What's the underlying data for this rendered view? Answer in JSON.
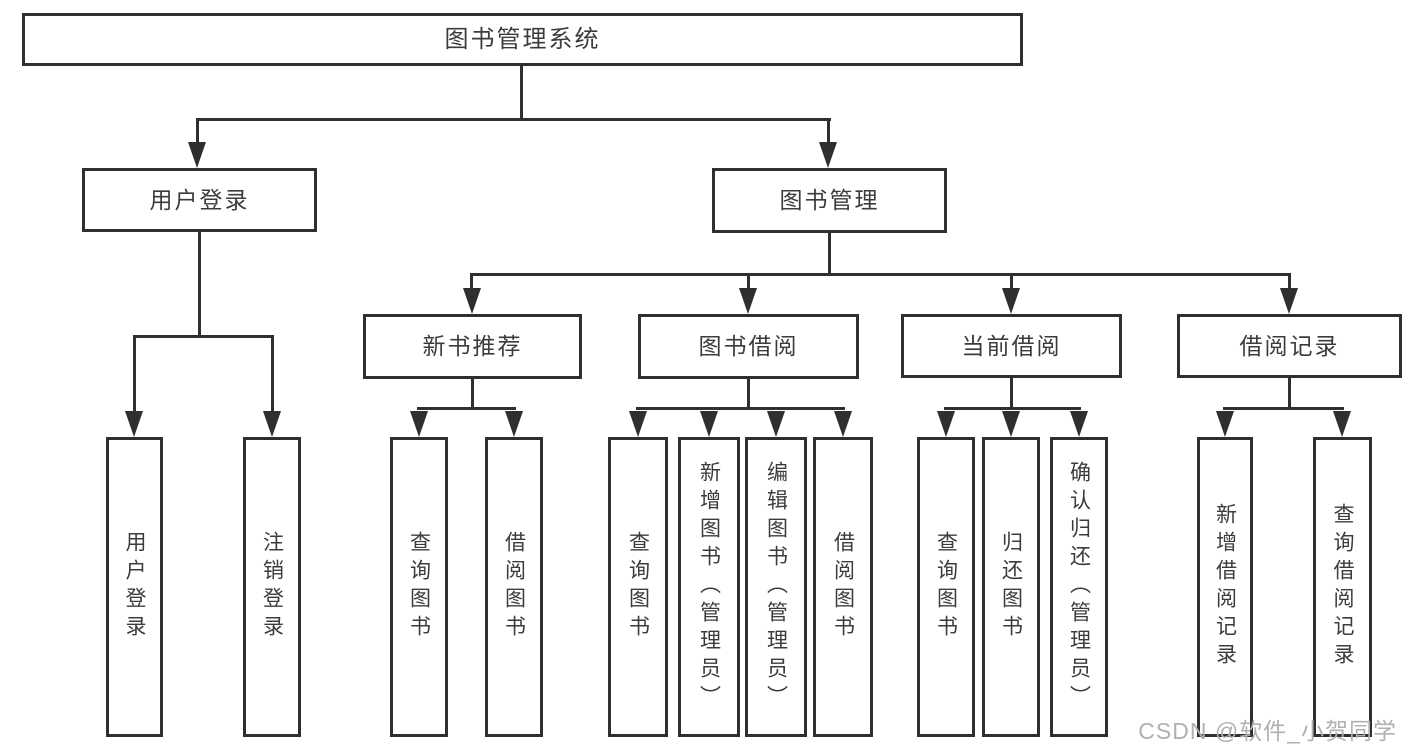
{
  "diagram_title": "图书管理系统",
  "tree": {
    "label": "图书管理系统",
    "children": [
      {
        "label": "用户登录",
        "children": [
          {
            "label": "用户登录"
          },
          {
            "label": "注销登录"
          }
        ]
      },
      {
        "label": "图书管理",
        "children": [
          {
            "label": "新书推荐",
            "children": [
              {
                "label": "查询图书"
              },
              {
                "label": "借阅图书"
              }
            ]
          },
          {
            "label": "图书借阅",
            "children": [
              {
                "label": "查询图书"
              },
              {
                "label": "新增图书（管理员）"
              },
              {
                "label": "编辑图书（管理员）"
              },
              {
                "label": "借阅图书"
              }
            ]
          },
          {
            "label": "当前借阅",
            "children": [
              {
                "label": "查询图书"
              },
              {
                "label": "归还图书"
              },
              {
                "label": "确认归还（管理员）"
              }
            ]
          },
          {
            "label": "借阅记录",
            "children": [
              {
                "label": "新增借阅记录"
              },
              {
                "label": "查询借阅记录"
              }
            ]
          }
        ]
      }
    ]
  },
  "watermark": "CSDN @软件_小贺同学",
  "colors": {
    "line": "#2f2f2f",
    "text": "#3c3c3c",
    "watermark": "#b0b0b0",
    "background": "#ffffff"
  }
}
